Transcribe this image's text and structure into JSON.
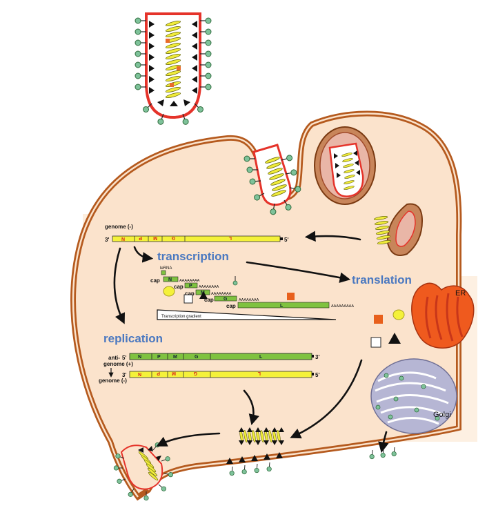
{
  "labels": {
    "transcription": "transcription",
    "translation": "translation",
    "replication": "replication",
    "er": "ER",
    "golgi": "Golgi",
    "genome_neg": "genome (-)",
    "antigenome_line1": "anti-",
    "antigenome_line2": "genome (+)",
    "genome_neg_bottom": "genome (-)",
    "three_prime": "3'",
    "five_prime": "5'",
    "five_prime_b": "5'",
    "three_prime_b": "3'",
    "leRNA": "leRNA",
    "cap": "cap",
    "polyA": "AAAAAAAA",
    "polyA_long": "AAAAAAAAA",
    "transcription_gradient": "Transcription gradient"
  },
  "genes": {
    "n": "N",
    "p": "P",
    "m": "M",
    "g": "G",
    "l": "L"
  },
  "colors": {
    "cytoplasm": "#fbe3cc",
    "membrane": "#b55a1e",
    "genome_yellow": "#f4f13a",
    "antigenome_green": "#7fc240",
    "label_blue": "#4a78c0",
    "glyco_green": "#7ec29a",
    "nucleocapsid": "#e6e22e",
    "er_red": "#e34a1c",
    "golgi_grey": "#a9a9c8",
    "arrow": "#111111"
  }
}
